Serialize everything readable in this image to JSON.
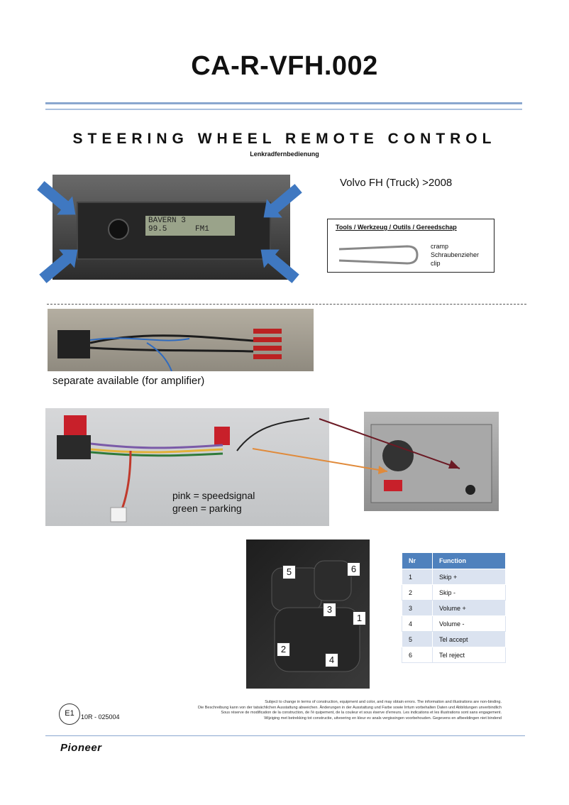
{
  "header": {
    "title": "CA-R-VFH.002",
    "subtitle": "STEERING WHEEL REMOTE CONTROL",
    "subtitle_de": "Lenkradfernbedienung"
  },
  "vehicle": "Volvo FH (Truck) >2008",
  "radio": {
    "lcd_line1": "BAVERN 3",
    "lcd_line2": "99.5      FM1"
  },
  "tools": {
    "title": "Tools / Werkzeug / Outils / Gereedschap",
    "items": [
      "cramp",
      "Schraubenzieher",
      "clip"
    ]
  },
  "cable_note": "separate available (for amplifier)",
  "harness_notes": [
    "pink = speedsignal",
    "green = parking"
  ],
  "wheel_callouts": [
    "5",
    "6",
    "3",
    "1",
    "2",
    "4"
  ],
  "function_table": {
    "headers": [
      "Nr",
      "Function"
    ],
    "rows": [
      [
        "1",
        "Skip +"
      ],
      [
        "2",
        "Skip -"
      ],
      [
        "3",
        "Volume +"
      ],
      [
        "4",
        "Volume -"
      ],
      [
        "5",
        "Tel accept"
      ],
      [
        "6",
        "Tel reject"
      ]
    ]
  },
  "footer": {
    "badge": "E1",
    "approval": "10R - 025004",
    "disclaimer": [
      "Subject to change in terms of construction, equipment and color, and may obtain errors. The information and illustrations are non-binding.",
      "Die Beschreibung kann von der tatsächlichen Ausstattung abweichen. Änderungen in der Ausstattung und Farbe sowie Irrtum vorbehalten Daten und Abbildungen unverbindlich",
      "Sous réserve de modification de la construction, de l'é quipement, de la couleur et sous éserve d'erreurs. Les indications et les illustrations sont sans engagement.",
      "Wijziging met betrekking tot constructie, uitvoering en kleur ev anals vergissingen voorbehouden. Gegevens en afbeeldingen niet bindend"
    ],
    "brand": "Pioneer"
  }
}
